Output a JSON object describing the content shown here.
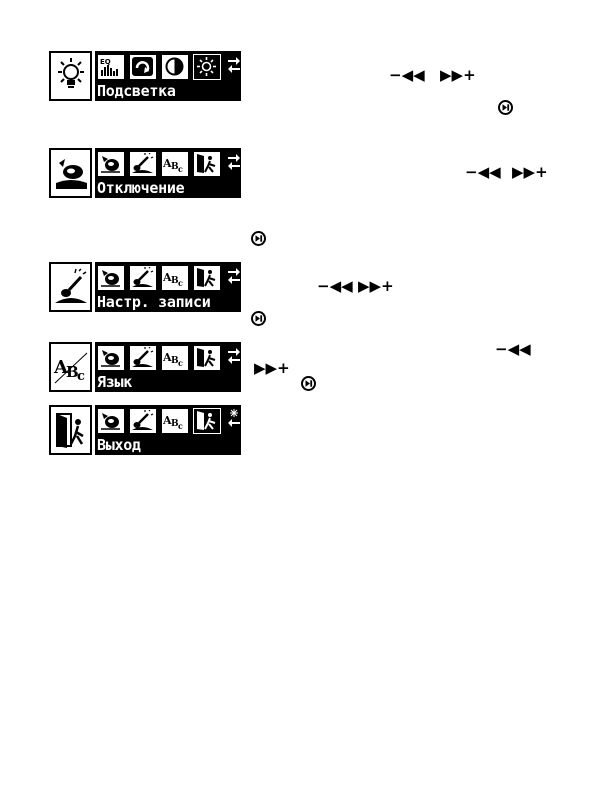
{
  "menus": [
    {
      "id": "backlight",
      "label": "Подсветка",
      "big_icon": "lightbulb-icon"
    },
    {
      "id": "shutdown",
      "label": "Отключение",
      "big_icon": "sleep-icon"
    },
    {
      "id": "record",
      "label": "Настр. записи",
      "big_icon": "microphone-icon"
    },
    {
      "id": "language",
      "label": "Язык",
      "big_icon": "abc-icon"
    },
    {
      "id": "exit",
      "label": "Выход",
      "big_icon": "exit-door-icon"
    }
  ],
  "keys": {
    "prev_symbol": "−◀◀",
    "next_symbol": "▶▶+",
    "ok_icon": "play-pause-icon"
  },
  "colors": {
    "lcd_background": "#000000",
    "lcd_text": "#ffffff"
  }
}
